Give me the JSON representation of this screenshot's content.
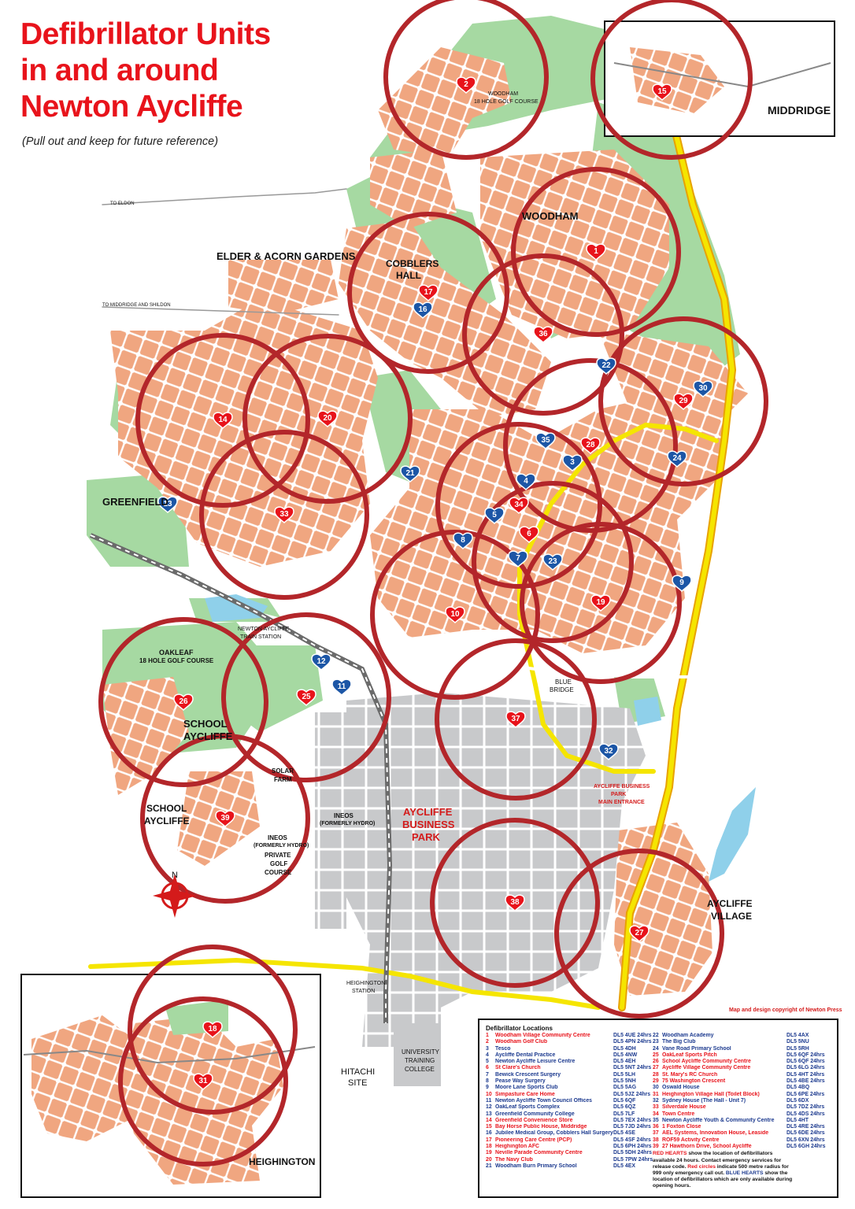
{
  "title": {
    "line1": "Defibrillator Units",
    "line2": "in and around",
    "line3": "Newton Aycliffe",
    "subtitle": "(Pull out and keep for future reference)"
  },
  "copyright": "Map and design copyright of Newton Press",
  "colors": {
    "residential": "#f0a680",
    "green": "#a6d9a2",
    "industrial": "#c8c9cb",
    "circle": "#b3262a",
    "red_heart": "#e8131b",
    "blue_heart": "#1c56a6",
    "main_road": "#f5e500",
    "rail": "#6b6b6b"
  },
  "labels": {
    "middridge": "MIDDRIDGE",
    "woodham": "WOODHAM",
    "woodham_golf": "WOODHAM",
    "woodham_golf2": "18 HOLE GOLF COURSE",
    "elder_acorn": "ELDER & ACORN GARDENS",
    "cobblers_hall": "COBBLERS",
    "cobblers_hall2": "HALL",
    "greenfield": "GREENFIELD",
    "oakleaf": "OAKLEAF",
    "oakleaf2": "18 HOLE GOLF COURSE",
    "school_aycliffe_1": "SCHOOL",
    "school_aycliffe_2": "AYCLIFFE",
    "school_aycliffe_3": "SCHOOL",
    "school_aycliffe_4": "AYCLIFFE",
    "business_park_1": "AYCLIFFE",
    "business_park_2": "BUSINESS",
    "business_park_3": "PARK",
    "aycliffe_village_1": "AYCLIFFE",
    "aycliffe_village_2": "VILLAGE",
    "heighington": "HEIGHINGTON",
    "hitachi_1": "HITACHI",
    "hitachi_2": "SITE",
    "university_1": "UNIVERSITY",
    "university_2": "TRAINING",
    "university_3": "COLLEGE",
    "ineos_1": "INEOS",
    "ineos_2": "(FORMERLY HYDRO)",
    "ineos_3": "INEOS",
    "ineos_4": "(FORMERLY HYDRO)",
    "ineos_5": "PRIVATE",
    "ineos_6": "GOLF",
    "ineos_7": "COURSE",
    "solar_1": "SOLAR",
    "solar_2": "FARM",
    "to_eldon": "TO ELDON",
    "to_middridge": "TO MIDDRIDGE AND SHILDON",
    "station": "NEWTON AYCLIFFE",
    "station2": "TRAIN STATION",
    "blue_bridge_1": "BLUE",
    "blue_bridge_2": "BRIDGE",
    "heighington_station_1": "HEIGHINGTON",
    "heighington_station_2": "STATION",
    "business_entrance_1": "AYCLIFFE BUSINESS",
    "business_entrance_2": "PARK",
    "business_entrance_3": "MAIN ENTRANCE",
    "north": "N"
  },
  "markers": [
    {
      "n": "1",
      "kind": "red"
    },
    {
      "n": "2",
      "kind": "red"
    },
    {
      "n": "3",
      "kind": "blue"
    },
    {
      "n": "4",
      "kind": "blue"
    },
    {
      "n": "5",
      "kind": "blue"
    },
    {
      "n": "6",
      "kind": "red"
    },
    {
      "n": "7",
      "kind": "blue"
    },
    {
      "n": "8",
      "kind": "blue"
    },
    {
      "n": "9",
      "kind": "blue"
    },
    {
      "n": "10",
      "kind": "red"
    },
    {
      "n": "11",
      "kind": "blue"
    },
    {
      "n": "12",
      "kind": "blue"
    },
    {
      "n": "13",
      "kind": "blue"
    },
    {
      "n": "14",
      "kind": "red"
    },
    {
      "n": "15",
      "kind": "red"
    },
    {
      "n": "16",
      "kind": "blue"
    },
    {
      "n": "17",
      "kind": "red"
    },
    {
      "n": "18",
      "kind": "red"
    },
    {
      "n": "19",
      "kind": "red"
    },
    {
      "n": "20",
      "kind": "red"
    },
    {
      "n": "21",
      "kind": "blue"
    },
    {
      "n": "22",
      "kind": "blue"
    },
    {
      "n": "23",
      "kind": "blue"
    },
    {
      "n": "24",
      "kind": "blue"
    },
    {
      "n": "25",
      "kind": "red"
    },
    {
      "n": "26",
      "kind": "red"
    },
    {
      "n": "27",
      "kind": "red"
    },
    {
      "n": "28",
      "kind": "red"
    },
    {
      "n": "29",
      "kind": "red"
    },
    {
      "n": "30",
      "kind": "blue"
    },
    {
      "n": "31",
      "kind": "red"
    },
    {
      "n": "32",
      "kind": "blue"
    },
    {
      "n": "33",
      "kind": "red"
    },
    {
      "n": "34",
      "kind": "red"
    },
    {
      "n": "35",
      "kind": "blue"
    },
    {
      "n": "36",
      "kind": "red"
    },
    {
      "n": "37",
      "kind": "red"
    },
    {
      "n": "38",
      "kind": "red"
    },
    {
      "n": "39",
      "kind": "red"
    }
  ],
  "legend": {
    "heading": "Defibrillator Locations",
    "col1": [
      {
        "n": "1",
        "name": "Woodham Village Community Centre",
        "pc": "DL5 4UE 24hrs",
        "kind": "red"
      },
      {
        "n": "2",
        "name": "Woodham Golf Club",
        "pc": "DL5 4PN 24hrs",
        "kind": "red"
      },
      {
        "n": "3",
        "name": "Tesco",
        "pc": "DL5 4DH",
        "kind": "blue"
      },
      {
        "n": "4",
        "name": "Aycliffe Dental Practice",
        "pc": "DL5 4NW",
        "kind": "blue"
      },
      {
        "n": "5",
        "name": "Newton Aycliffe Leisure Centre",
        "pc": "DL5 4EH",
        "kind": "blue"
      },
      {
        "n": "6",
        "name": "St Clare's Church",
        "pc": "DL5 5NT 24hrs",
        "kind": "red"
      },
      {
        "n": "7",
        "name": "Bewick Crescent Surgery",
        "pc": "DL5 5LH",
        "kind": "blue"
      },
      {
        "n": "8",
        "name": "Pease Way Surgery",
        "pc": "DL5 5NH",
        "kind": "blue"
      },
      {
        "n": "9",
        "name": "Moore Lane Sports Club",
        "pc": "DL5 5AG",
        "kind": "blue"
      },
      {
        "n": "10",
        "name": "Simpasture Care Home",
        "pc": "DL5 5JZ 24hrs",
        "kind": "red"
      },
      {
        "n": "11",
        "name": "Newton Aycliffe Town Council Offices",
        "pc": "DL5 6QF",
        "kind": "blue"
      },
      {
        "n": "12",
        "name": "OakLeaf Sports Complex",
        "pc": "DL5 6QZ",
        "kind": "blue"
      },
      {
        "n": "13",
        "name": "Greenfield Community College",
        "pc": "DL5 7LF",
        "kind": "blue"
      },
      {
        "n": "14",
        "name": "Greenfield Convenience Store",
        "pc": "DL5 7EX 24hrs",
        "kind": "red"
      },
      {
        "n": "15",
        "name": "Bay Horse Public House, Middridge",
        "pc": "DL5 7JD 24hrs",
        "kind": "red"
      },
      {
        "n": "16",
        "name": "Jubilee Medical Group, Cobblers Hall Surgery",
        "pc": "DL5 4SE",
        "kind": "blue"
      },
      {
        "n": "17",
        "name": "Pioneering Care Centre (PCP)",
        "pc": "DL5 4SF 24hrs",
        "kind": "red"
      },
      {
        "n": "18",
        "name": "Heighington AFC",
        "pc": "DL5 6PH 24hrs",
        "kind": "red"
      },
      {
        "n": "19",
        "name": "Neville Parade Community Centre",
        "pc": "DL5 5DH 24hrs",
        "kind": "red"
      },
      {
        "n": "20",
        "name": "The Navy Club",
        "pc": "DL5 7PW 24hrs",
        "kind": "red"
      },
      {
        "n": "21",
        "name": "Woodham Burn Primary School",
        "pc": "DL5 4EX",
        "kind": "blue"
      }
    ],
    "col2": [
      {
        "n": "22",
        "name": "Woodham Academy",
        "pc": "DL5 4AX",
        "kind": "blue"
      },
      {
        "n": "23",
        "name": "The Big Club",
        "pc": "DL5 5NU",
        "kind": "blue"
      },
      {
        "n": "24",
        "name": "Vane Road Primary School",
        "pc": "DL5 5RH",
        "kind": "blue"
      },
      {
        "n": "25",
        "name": "OakLeaf Sports Pitch",
        "pc": "DL5 6QF 24hrs",
        "kind": "red"
      },
      {
        "n": "26",
        "name": "School Aycliffe Community Centre",
        "pc": "DL5 6QF 24hrs",
        "kind": "red"
      },
      {
        "n": "27",
        "name": "Aycliffe Village Community Centre",
        "pc": "DL5 6LG 24hrs",
        "kind": "red"
      },
      {
        "n": "28",
        "name": "St. Mary's RC Church",
        "pc": "DL5 4HT 24hrs",
        "kind": "red"
      },
      {
        "n": "29",
        "name": "75 Washington Crescent",
        "pc": "DL5 4BE 24hrs",
        "kind": "red"
      },
      {
        "n": "30",
        "name": "Oswald House",
        "pc": "DL5 4BQ",
        "kind": "blue"
      },
      {
        "n": "31",
        "name": "Heighington Village Hall (Toilet Block)",
        "pc": "DL5 6PE 24hrs",
        "kind": "red"
      },
      {
        "n": "32",
        "name": "Sydney House (The Hall - Unit 7)",
        "pc": "DL5 6DX",
        "kind": "blue"
      },
      {
        "n": "33",
        "name": "Silverdale House",
        "pc": "DL5 7DZ 24hrs",
        "kind": "red"
      },
      {
        "n": "34",
        "name": "Town Centre",
        "pc": "DL5 4DS 24hrs",
        "kind": "red"
      },
      {
        "n": "35",
        "name": "Newton Aycliffe Youth & Community Centre",
        "pc": "DL5 4HT",
        "kind": "blue"
      },
      {
        "n": "36",
        "name": "1 Foxton Close",
        "pc": "DL5 4RE 24hrs",
        "kind": "red"
      },
      {
        "n": "37",
        "name": "AEL Systems, Innovation House, Leaside",
        "pc": "DL5 6DE 24hrs",
        "kind": "red"
      },
      {
        "n": "38",
        "name": "ROF59 Activity Centre",
        "pc": "DL5 6XN 24hrs",
        "kind": "red"
      },
      {
        "n": "39",
        "name": "27 Hawthorn Drive, School Aycliffe",
        "pc": "DL5 6GH 24hrs",
        "kind": "red"
      }
    ],
    "note_red": "RED HEARTS",
    "note_1": " show the location of defibrillators available 24 hours. Contact emergency services for release code. ",
    "note_red2": "Red circles",
    "note_2": " indicate 500 metre radius for 999 only emergency call out. ",
    "note_blue": "BLUE HEARTS",
    "note_3": " show the location of defibrillators which are only available during opening hours."
  }
}
